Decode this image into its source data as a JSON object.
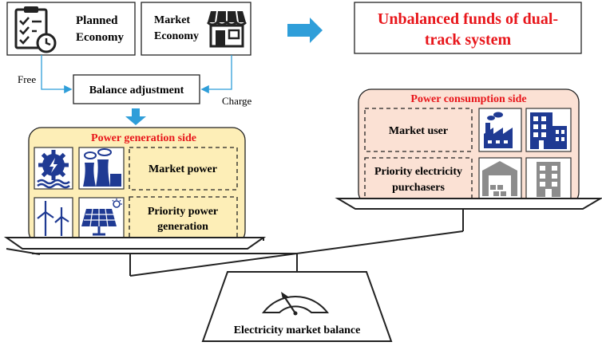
{
  "top": {
    "planned": [
      "Planned",
      "Economy"
    ],
    "market": [
      "Market",
      "Economy"
    ],
    "unbalanced": [
      "Unbalanced funds of dual-",
      "track system"
    ]
  },
  "balance": {
    "label": "Balance adjustment",
    "free": "Free",
    "charge": "Charge"
  },
  "generation": {
    "title": "Power generation side",
    "market_power": "Market power",
    "priority": [
      "Priority power",
      "generation"
    ]
  },
  "consumption": {
    "title": "Power consumption side",
    "market_user": "Market user",
    "priority": [
      "Priority electricity",
      "purchasers"
    ]
  },
  "meter": {
    "label": "Electricity market balance"
  },
  "colors": {
    "accent_red": "#e8161b",
    "arrow_blue": "#2f9ed9",
    "gen_fill": "#fdeeb7",
    "con_fill": "#fbe1d4",
    "icon_blue": "#1f3a93",
    "icon_grey": "#8c8c8c"
  }
}
